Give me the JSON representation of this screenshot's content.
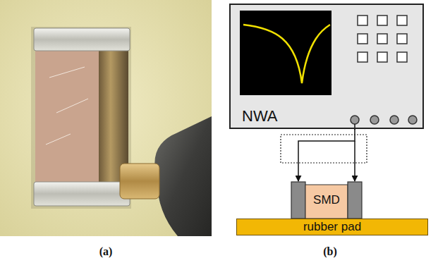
{
  "diagram": {
    "nodes": [
      {
        "text": [
          "NWA"
        ]
      },
      {
        "text": [
          "SMD"
        ]
      },
      {
        "text": [
          "rubber pad"
        ]
      }
    ],
    "edges": [
      {
        "from": 0,
        "to": 1,
        "arrow": "to"
      }
    ],
    "labels": [
      "(a)",
      "(b)"
    ]
  }
}
